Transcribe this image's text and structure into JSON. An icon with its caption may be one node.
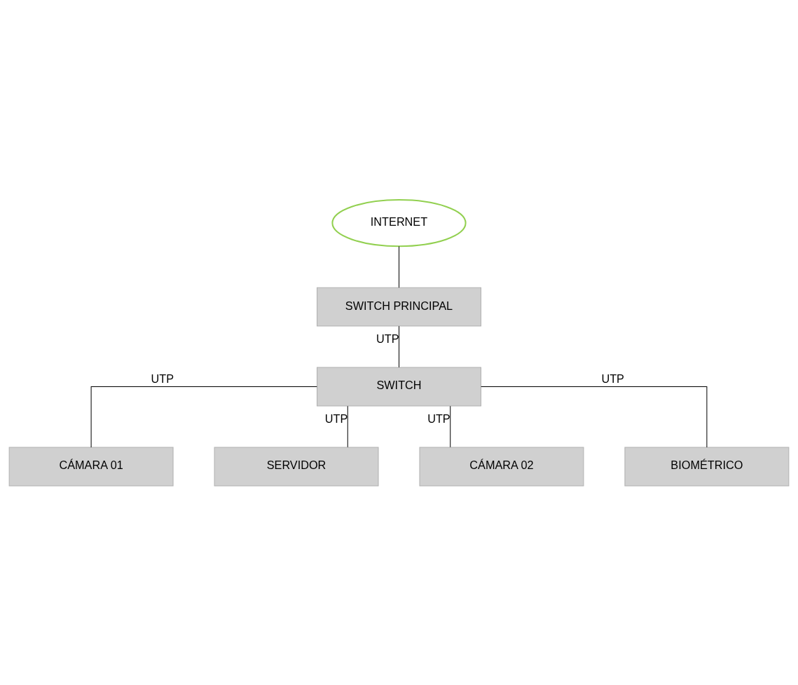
{
  "diagram": {
    "nodes": [
      {
        "text": [
          "INTERNET"
        ]
      },
      {
        "text": [
          "SWITCH PRINCIPAL"
        ]
      },
      {
        "text": [
          "SWITCH"
        ]
      },
      {
        "text": [
          "CÁMARA 01"
        ]
      },
      {
        "text": [
          "SERVIDOR"
        ]
      },
      {
        "text": [
          "CÁMARA 02"
        ]
      },
      {
        "text": [
          "BIOMÉTRICO"
        ]
      }
    ],
    "edges": [
      {
        "from": 0,
        "to": 1,
        "arrow": "none"
      },
      {
        "from": 1,
        "to": 2,
        "arrow": "none",
        "label": "UTP"
      },
      {
        "from": 2,
        "to": 3,
        "arrow": "none",
        "label": "UTP"
      },
      {
        "from": 2,
        "to": 6,
        "arrow": "none",
        "label": "UTP"
      },
      {
        "from": 2,
        "to": 4,
        "arrow": "none",
        "label": "UTP"
      },
      {
        "from": 2,
        "to": 5,
        "arrow": "none",
        "label": "UTP"
      }
    ]
  }
}
